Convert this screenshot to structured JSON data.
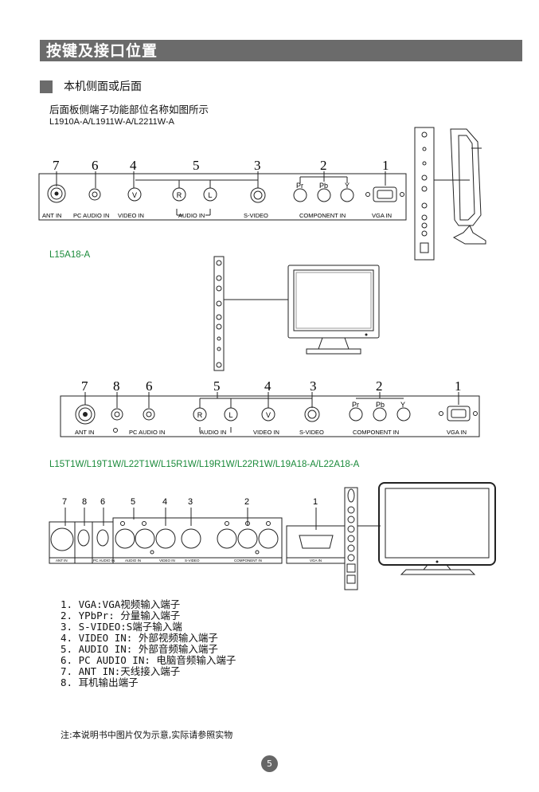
{
  "page_title": "按键及接口位置",
  "section_heading": "本机侧面或后面",
  "description": "后面板侧端子功能部位名称如图所示",
  "panel1": {
    "models": "L1910A-A/L1911W-A/L2211W-A",
    "numbers": [
      "7",
      "6",
      "4",
      "5",
      "3",
      "2",
      "1"
    ],
    "jack_letters": [
      "V",
      "R",
      "L"
    ],
    "component_letters": [
      "Pr",
      "Pb",
      "Y"
    ],
    "labels": [
      "ANT IN",
      "PC AUDIO IN",
      "VIDEO IN",
      "AUDIO IN",
      "S-VIDEO",
      "COMPONENT IN",
      "VGA IN"
    ]
  },
  "panel2": {
    "models": "L15A18-A",
    "numbers": [
      "7",
      "8",
      "6",
      "5",
      "4",
      "3",
      "2",
      "1"
    ],
    "jack_letters": [
      "R",
      "L",
      "V"
    ],
    "component_letters": [
      "Pr",
      "Pb",
      "Y"
    ],
    "labels": [
      "ANT IN",
      "PC AUDIO IN",
      "AUDIO IN",
      "VIDEO IN",
      "S-VIDEO",
      "COMPONENT IN",
      "VGA IN"
    ]
  },
  "panel3": {
    "models": "L15T1W/L19T1W/L22T1W/L15R1W/L19R1W/L22R1W/L19A18-A/L22A18-A",
    "numbers": [
      "7",
      "8",
      "6",
      "5",
      "4",
      "3",
      "2",
      "1"
    ],
    "labels": [
      "ANT IN",
      "PC AUDIO IN",
      "AUDIO IN",
      "VIDEO IN",
      "S-VIDEO",
      "COMPONENT IN",
      "VGA IN"
    ]
  },
  "legend": [
    "1. VGA:VGA视频输入端子",
    "2. YPbPr: 分量输入端子",
    "3. S-VIDEO:S端子输入端",
    "4. VIDEO IN: 外部视频输入端子",
    "5. AUDIO IN: 外部音频输入端子",
    "6. PC AUDIO IN: 电脑音频输入端子",
    "7. ANT IN:天线接入端子",
    "8. 耳机输出端子"
  ],
  "note": "注:本说明书中图片仅为示意,实际请参照实物",
  "page_number": "5"
}
